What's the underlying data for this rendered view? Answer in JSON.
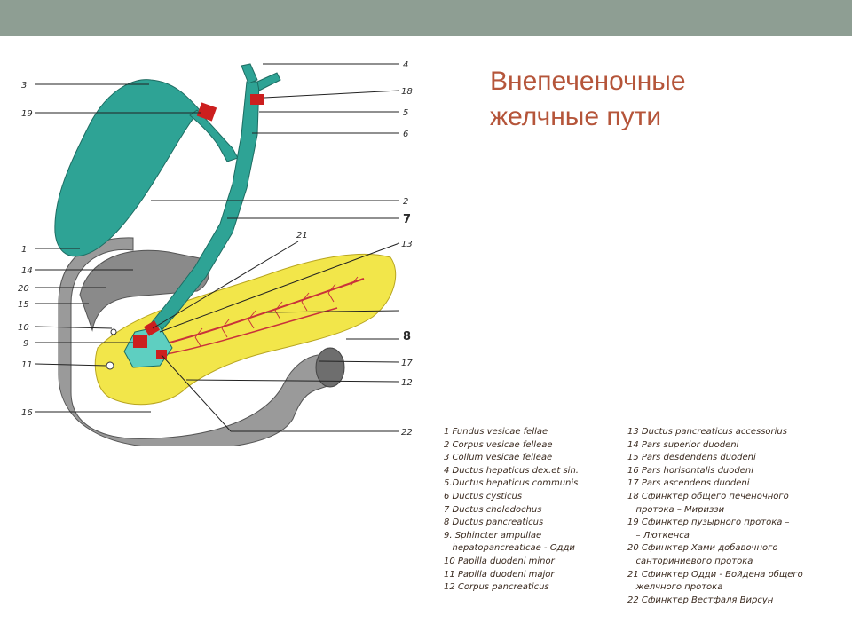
{
  "slide": {
    "title_lines": [
      "Внепеченочные",
      "желчные пути"
    ]
  },
  "colors": {
    "top_band": "#8e9e93",
    "title": "#b5553a",
    "bile_ducts": "#2ea395",
    "sphincters": "#cc1f1f",
    "pancreas": "#f2e64a",
    "duodenum": "#9a9a9a",
    "pancreatic_duct": "#c9323a"
  },
  "figure": {
    "left_labels": [
      "3",
      "19",
      "1",
      "14",
      "20",
      "15",
      "10",
      "9",
      "11",
      "16"
    ],
    "right_labels": [
      "4",
      "18",
      "5",
      "6",
      "2",
      "7",
      "21",
      "13",
      "8",
      "17",
      "12",
      "22"
    ]
  },
  "legend": {
    "left": [
      "1 Fundus vesicae fellae",
      "2 Corpus vesicae felleae",
      "3 Collum vesicae felleae",
      "4 Ductus hepaticus dex.et sin.",
      "5.Ductus hepaticus communis",
      "6 Ductus cysticus",
      "7 Ductus choledochus",
      "8 Ductus pancreaticus",
      "9. Sphincter ampullae",
      "   hepatopancreaticae - Одди",
      "10 Papilla duodeni minor",
      "11 Papilla duodeni major",
      "12 Corpus pancreaticus"
    ],
    "right": [
      "13 Ductus pancreaticus accessorius",
      "14 Pars superior duodeni",
      "15 Pars desdendens duodeni",
      "16 Pars horisontalis duodeni",
      "17 Pars ascendens duodeni",
      "18 Сфинктер общего печеночного",
      "   протока – Мириззи",
      "19 Сфинктер пузырного протока –",
      "   – Люткенса",
      "20 Сфинктер Хами добавочного",
      "   санториниевого протока",
      "21 Сфинктер Одди - Бойдена общего",
      "   желчного протока",
      "22 Сфинктер Вестфаля Вирсун"
    ]
  }
}
